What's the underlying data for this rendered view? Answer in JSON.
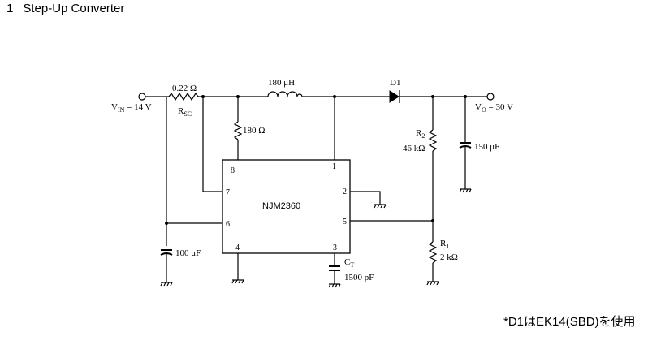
{
  "heading": {
    "number": "1",
    "title": "Step-Up Converter"
  },
  "note": "*D1はEK14(SBD)を使用",
  "schematic": {
    "ic": {
      "name": "NJM2360",
      "pins": {
        "p1": "1",
        "p2": "2",
        "p3": "3",
        "p4": "4",
        "p5": "5",
        "p6": "6",
        "p7": "7",
        "p8": "8"
      }
    },
    "vin": {
      "main": "V",
      "sub": "IN",
      "value": " = 14 V"
    },
    "vo": {
      "main": "V",
      "sub": "O",
      "value": " = 30 V"
    },
    "rsc": {
      "value": "0.22 Ω",
      "main": "R",
      "sub": "SC"
    },
    "inductor": {
      "value": "180 μH"
    },
    "diode": {
      "label": "D1"
    },
    "r180": {
      "value": "180 Ω"
    },
    "r2": {
      "main": "R",
      "sub": "2",
      "value": "46 kΩ"
    },
    "r1": {
      "main": "R",
      "sub": "1",
      "value": "2 kΩ"
    },
    "c_out": {
      "value": "150 μF"
    },
    "c_in": {
      "value": "100 μF"
    },
    "ct": {
      "main": "C",
      "sub": "T",
      "value": "1500 pF"
    }
  }
}
